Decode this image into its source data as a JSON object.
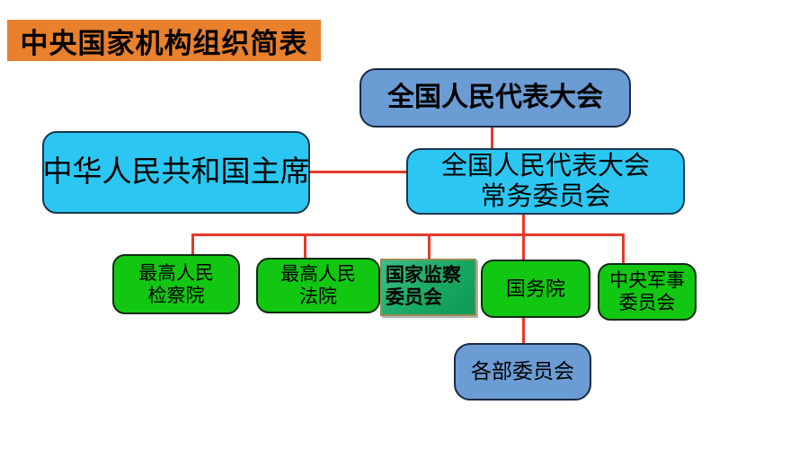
{
  "title": {
    "label": "中央国家机构组织简表",
    "bg_color": "#E8802C",
    "text_color": "#000000"
  },
  "diagram": {
    "connector_color": "#E5392B",
    "colors": {
      "blue_node": "#6B9CD4",
      "cyan_node": "#2BC7F2",
      "green_node": "#12C712",
      "supervision_gradient_start": "#3CBE86",
      "supervision_gradient_end": "#0C9B55",
      "supervision_border": "#9b8a55"
    },
    "nodes": {
      "npc": {
        "label": "全国人民代表大会"
      },
      "president": {
        "label": "中华人民共和国主席"
      },
      "npcsc": {
        "label": "全国人民代表大会\n常务委员会"
      },
      "procuratorate": {
        "label": "最高人民\n检察院"
      },
      "court": {
        "label": "最高人民\n法院"
      },
      "supervision": {
        "label": "国家监察\n委员会"
      },
      "state_council": {
        "label": "国务院"
      },
      "cmc": {
        "label": "中央军事\n委员会"
      },
      "ministries": {
        "label": "各部委员会"
      }
    }
  }
}
